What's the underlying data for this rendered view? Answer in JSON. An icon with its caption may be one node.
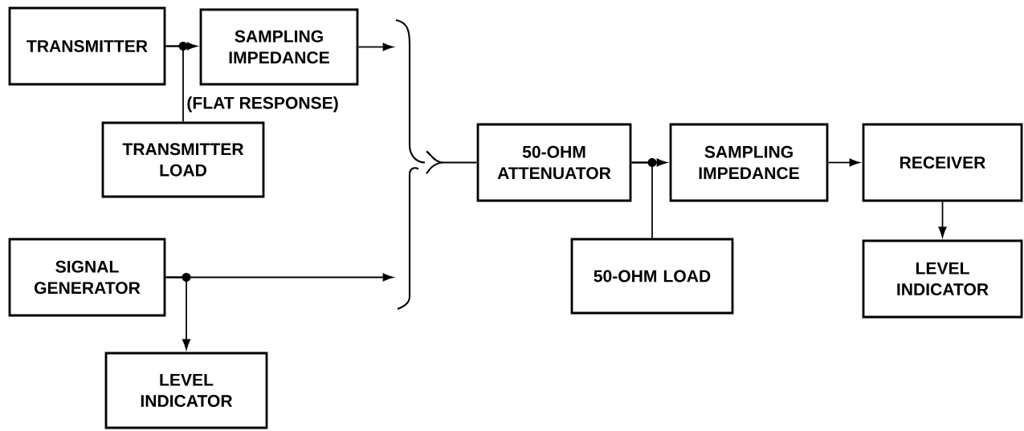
{
  "diagram": {
    "nodes": [
      {
        "text": [
          "TRANSMITTER"
        ]
      },
      {
        "text": [
          "SAMPLING IMPEDANCE"
        ]
      },
      {
        "text": [
          "TRANSMITTER LOAD"
        ]
      },
      {
        "text": [
          "SIGNAL GENERATOR"
        ]
      },
      {
        "text": [
          "LEVEL INDICATOR"
        ]
      },
      {
        "text": [],
        "shape": "bracket"
      },
      {
        "text": [
          "50-OHM ATTENUATOR"
        ]
      },
      {
        "text": [
          "SAMPLING IMPEDANCE"
        ]
      },
      {
        "text": [
          "50-OHM LOAD"
        ]
      },
      {
        "text": [
          "RECEIVER"
        ]
      },
      {
        "text": [
          "LEVEL INDICATOR"
        ]
      }
    ],
    "edges": [
      {
        "from": 0,
        "to": 1,
        "arrow": "to"
      },
      {
        "from": 0,
        "to": 2,
        "arrow": "none"
      },
      {
        "from": 1,
        "to": 5,
        "arrow": "to"
      },
      {
        "from": 3,
        "to": 5,
        "arrow": "to"
      },
      {
        "from": 3,
        "to": 4,
        "arrow": "to"
      },
      {
        "from": 5,
        "to": 6,
        "arrow": "none"
      },
      {
        "from": 6,
        "to": 7,
        "arrow": "to"
      },
      {
        "from": 6,
        "to": 8,
        "arrow": "none"
      },
      {
        "from": 7,
        "to": 9,
        "arrow": "to"
      },
      {
        "from": 9,
        "to": 10,
        "arrow": "to"
      }
    ],
    "labels": [
      "(FLAT RESPONSE)"
    ]
  }
}
